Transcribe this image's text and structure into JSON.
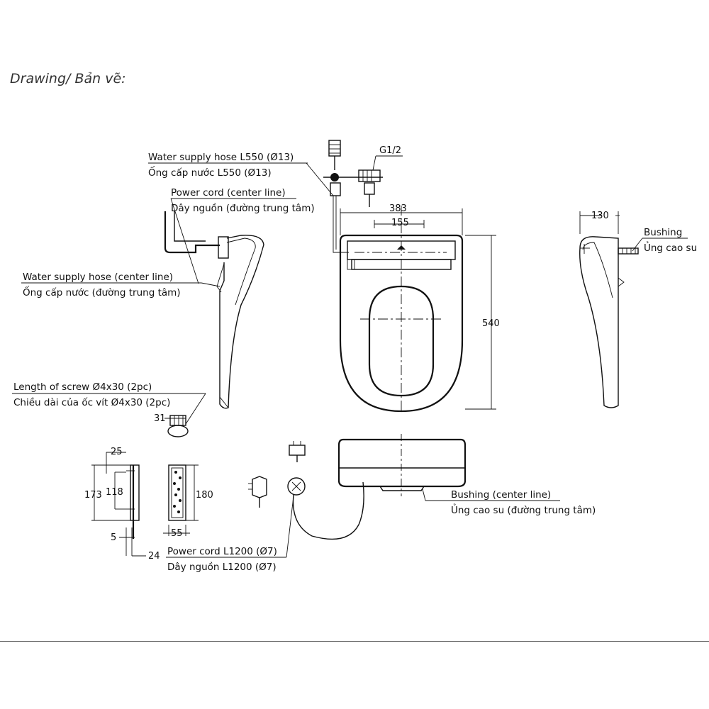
{
  "heading": "Drawing/ Bản vẽ:",
  "labels": {
    "water_supply_hose_en": "Water supply hose L550 (Ø13)",
    "water_supply_hose_vi": "Ống cấp nước L550 (Ø13)",
    "power_cord_center_en": "Power cord (center line)",
    "power_cord_center_vi": "Dây nguồn (đường trung tâm)",
    "water_hose_center_en": "Water supply hose (center line)",
    "water_hose_center_vi": "Ống cấp nước (đường trung tâm)",
    "screw_en": "Length of screw Ø4x30 (2pc)",
    "screw_vi": "Chiều dài của ốc vít Ø4x30 (2pc)",
    "bushing_en": "Bushing",
    "bushing_vi": "Ủng cao su",
    "bushing_center_en": "Bushing (center line)",
    "bushing_center_vi": "Ủng cao su (đường trung tâm)",
    "power_cord_len_en": "Power cord L1200 (Ø7)",
    "power_cord_len_vi": "Dây nguồn L1200 (Ø7)",
    "thread": "G1/2"
  },
  "dimensions": {
    "width_383": "383",
    "width_155": "155",
    "height_540": "540",
    "depth_130": "130",
    "screw_31": "31",
    "remote_25": "25",
    "remote_173": "173",
    "remote_118": "118",
    "remote_180": "180",
    "remote_55": "55",
    "remote_5": "5",
    "remote_24": "24"
  }
}
